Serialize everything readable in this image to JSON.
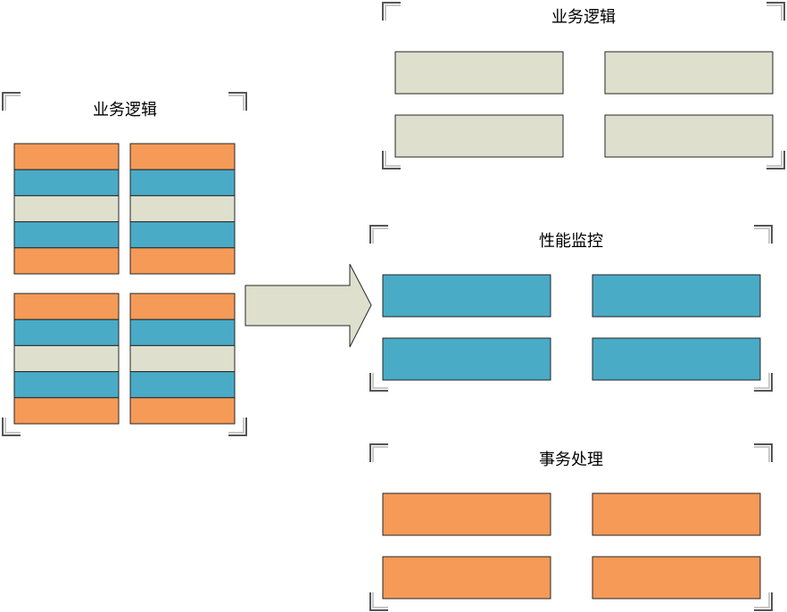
{
  "colors": {
    "business": "#dee0cd",
    "monitor": "#4aabc6",
    "transaction": "#f59a57",
    "stroke": "#262626",
    "bracket_dark": "#555555",
    "bracket_light": "#c8c8c8",
    "arrow_fill": "#dee0cd"
  },
  "source_group": {
    "title": "业务逻辑",
    "row_pattern": [
      "transaction",
      "monitor",
      "business",
      "monitor",
      "transaction"
    ]
  },
  "target_groups": [
    {
      "title": "业务逻辑",
      "color": "business"
    },
    {
      "title": "性能监控",
      "color": "monitor"
    },
    {
      "title": "事务处理",
      "color": "transaction"
    }
  ]
}
